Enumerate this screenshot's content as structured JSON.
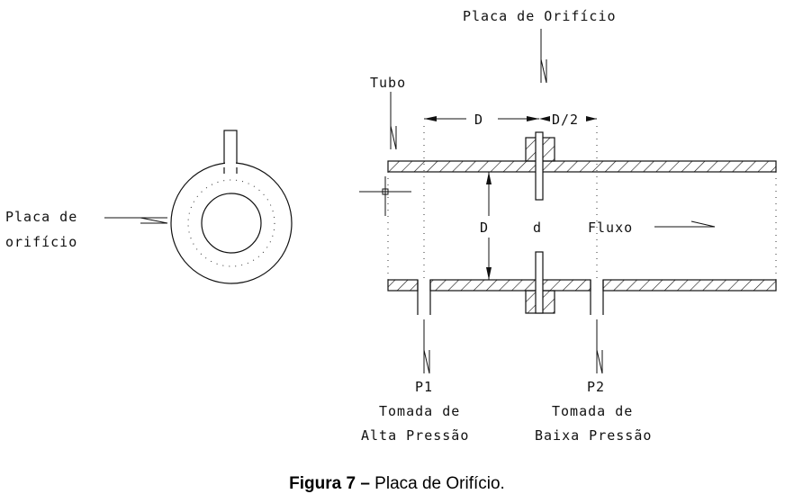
{
  "labels": {
    "placa_orificio_top": "Placa de Orifício",
    "tubo": "Tubo",
    "placa_left_line1": "Placa de",
    "placa_left_line2": "orifício",
    "dim_D_horizontal": "D",
    "dim_D2": "D/2",
    "dim_D_vertical": "D",
    "dim_d": "d",
    "fluxo": "Fluxo",
    "p1": "P1",
    "p1_line1": "Tomada de",
    "p1_line2": "Alta Pressão",
    "p2": "P2",
    "p2_line1": "Tomada de",
    "p2_line2": "Baixa Pressão"
  },
  "caption": {
    "bold": "Figura 7 –",
    "text": " Placa de Orifício."
  }
}
